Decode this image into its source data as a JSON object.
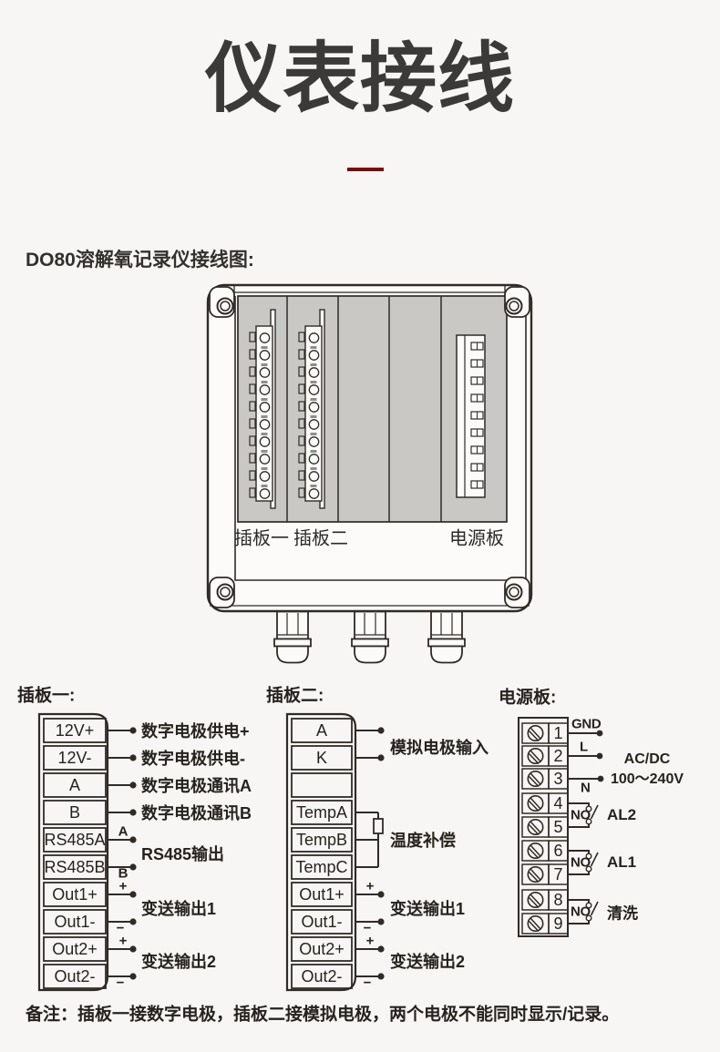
{
  "title": "仪表接线",
  "caption": "DO80溶解氧记录仪接线图:",
  "note": "备注：插板一接数字电极，插板二接模拟电极，两个电极不能同时显示/记录。",
  "device": {
    "slot1": "插板一",
    "slot2": "插板二",
    "power": "电源板"
  },
  "board1": {
    "heading": "插板一:",
    "terminals": [
      "12V+",
      "12V-",
      "A",
      "B",
      "RS485A",
      "RS485B",
      "Out1+",
      "Out1-",
      "Out2+",
      "Out2-"
    ],
    "annotations": [
      "数字电极供电+",
      "数字电极供电-",
      "数字电极通讯A",
      "数字电极通讯B",
      "RS485输出",
      "变送输出1",
      "变送输出2"
    ],
    "marks": [
      "A",
      "B",
      "+",
      "−",
      "+",
      "−"
    ]
  },
  "board2": {
    "heading": "插板二:",
    "terminals": [
      "A",
      "K",
      "",
      "TempA",
      "TempB",
      "TempC",
      "Out1+",
      "Out1-",
      "Out2+",
      "Out2-"
    ],
    "annotations": [
      "模拟电极输入",
      "温度补偿",
      "变送输出1",
      "变送输出2"
    ],
    "marks": [
      "+",
      "−",
      "+",
      "−"
    ]
  },
  "power_board": {
    "heading": "电源板:",
    "terminals": [
      "1",
      "2",
      "3",
      "4",
      "5",
      "6",
      "7",
      "8",
      "9"
    ],
    "wire_labels": [
      "GND",
      "L",
      "N"
    ],
    "supply": [
      "AC/DC",
      "100～240V"
    ],
    "relay_contact": "NO",
    "relays": [
      "AL2",
      "AL1",
      "清洗"
    ]
  },
  "colors": {
    "accent_red": "#7a0a0a",
    "ink": "#302b27",
    "panel_gray": "#c9c8c5",
    "background": "#f8f6f4"
  }
}
